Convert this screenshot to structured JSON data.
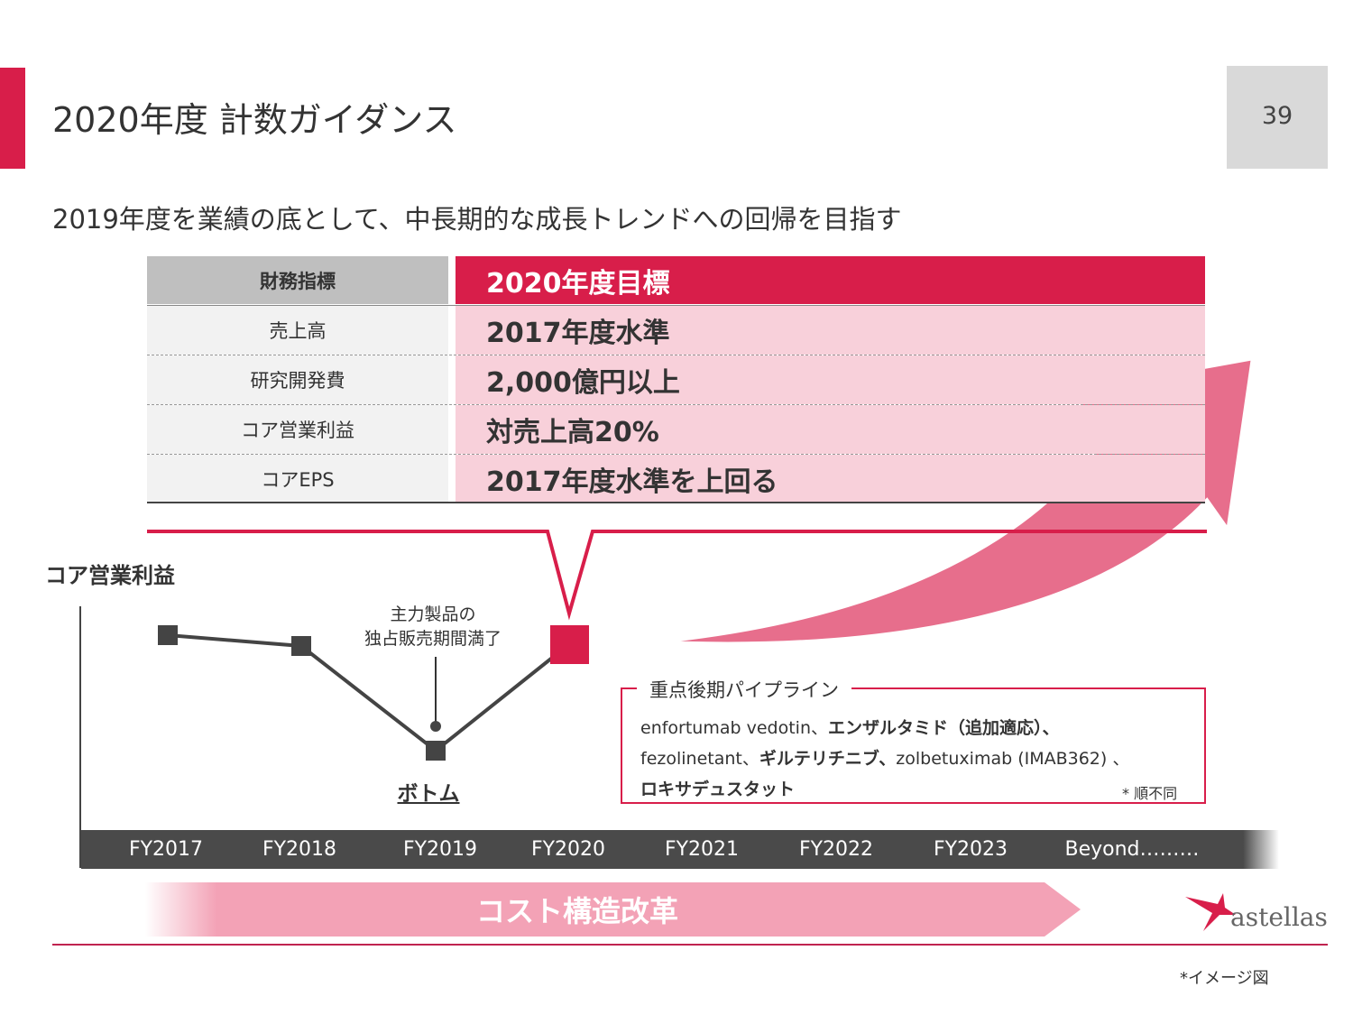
{
  "slide": {
    "title": "2020年度 計数ガイダンス",
    "page_number": "39",
    "subtitle": "2019年度を業績の底として、中長期的な成長トレンドへの回帰を目指す"
  },
  "table": {
    "header": {
      "left": "財務指標",
      "right": "2020年度目標"
    },
    "rows": [
      {
        "label": "売上高",
        "target": "2017年度水準"
      },
      {
        "label": "研究開発費",
        "target": "2,000億円以上"
      },
      {
        "label": "コア営業利益",
        "target": "対売上高20%"
      },
      {
        "label": "コアEPS",
        "target": "2017年度水準を上回る"
      }
    ]
  },
  "chart": {
    "axis_label": "コア営業利益",
    "annotation_line1": "主力製品の",
    "annotation_line2": "独占販売期間満了",
    "bottom_label": "ボトム",
    "years": [
      "FY2017",
      "FY2018",
      "FY2019",
      "FY2020",
      "FY2021",
      "FY2022",
      "FY2023",
      "Beyond………"
    ],
    "line_color": "#444444",
    "highlight_color": "#d81e4a"
  },
  "pipeline": {
    "heading": "重点後期パイプライン",
    "line1_a": "enfortumab vedotin、",
    "line1_b": "エンザルタミド（追加適応）、",
    "line2_a": "fezolinetant、",
    "line2_b": "ギルテリチニブ、",
    "line2_c": "zolbetuximab (IMAB362) 、",
    "line3": "ロキサデュスタット",
    "note": "* 順不同"
  },
  "cost_reform": "コスト構造改革",
  "logo_text": "astellas",
  "image_note": "*イメージ図",
  "colors": {
    "accent": "#d81e4a",
    "accent_light": "#f8d0da",
    "header_gray": "#bfbfbf",
    "dark_bar": "#4a4a4a"
  }
}
